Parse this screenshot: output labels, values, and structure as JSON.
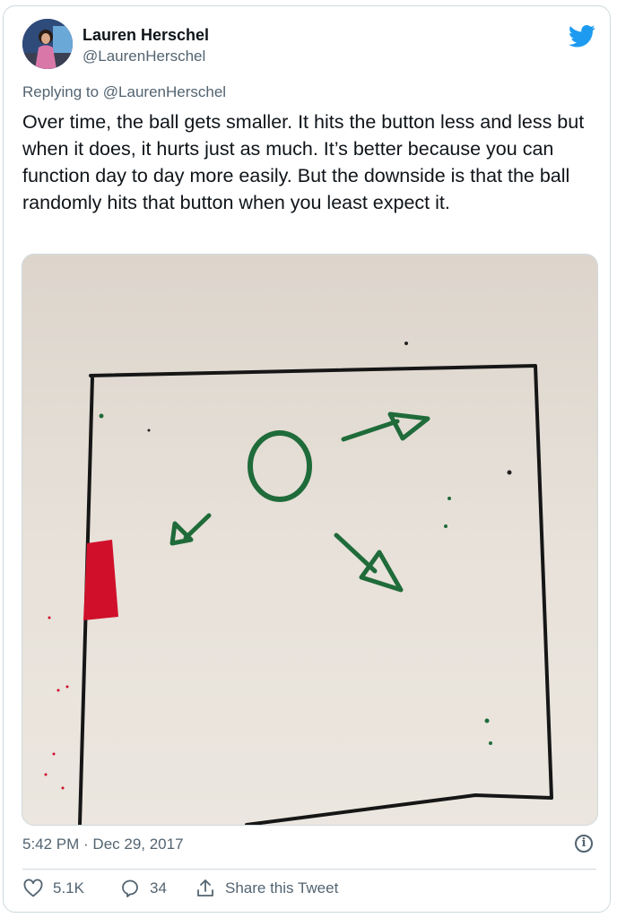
{
  "author": {
    "name": "Lauren Herschel",
    "handle": "@LaurenHerschel"
  },
  "reply": {
    "prefix": "Replying to ",
    "to": "@LaurenHerschel"
  },
  "tweet": {
    "text": "Over time, the ball gets smaller. It hits the button less and less but when it does, it hurts just as much. It’s better because you can function day to day more easily. But the downside is that the ball randomly hits that button when you least expect it.",
    "timestamp": "5:42 PM · Dec 29, 2017"
  },
  "actions": {
    "likes": "5.1K",
    "replies": "34",
    "share_label": "Share this Tweet"
  },
  "colors": {
    "brand": "#1d9bf0",
    "secondary_text": "#536471",
    "ink_green": "#1f6b3a",
    "ink_red": "#d0102a"
  },
  "icons": {
    "brand": "twitter-bird-icon",
    "info": "info-icon",
    "like": "heart-icon",
    "reply": "reply-icon",
    "share": "share-icon"
  }
}
